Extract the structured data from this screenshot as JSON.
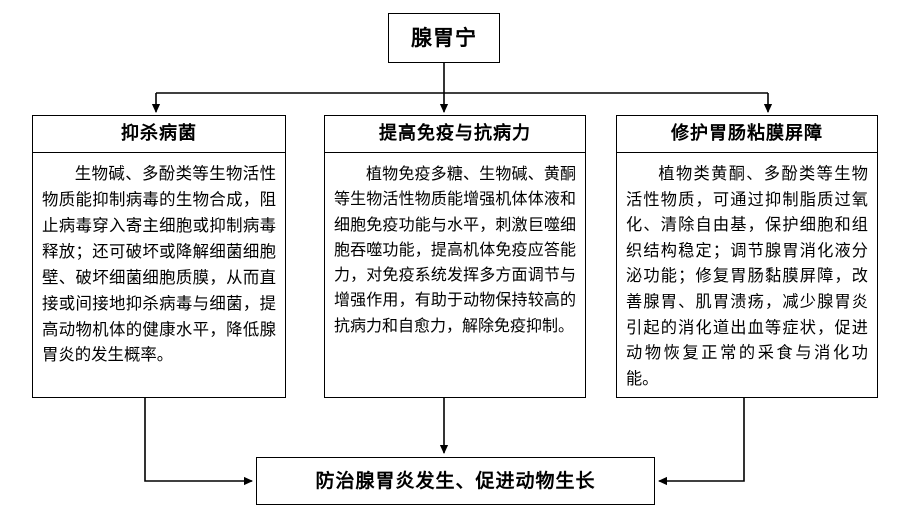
{
  "diagram": {
    "type": "flowchart",
    "orientation": "top-down",
    "root": {
      "label": "腺胃宁"
    },
    "branches": [
      {
        "id": "branch-1",
        "heading": "抑杀病菌",
        "body": "生物碱、多酚类等生物活性物质能抑制病毒的生物合成，阻止病毒穿入寄主细胞或抑制病毒释放；还可破坏或降解细菌细胞壁、破坏细菌细胞质膜，从而直接或间接地抑杀病毒与细菌，提高动物机体的健康水平，降低腺胃炎的发生概率。"
      },
      {
        "id": "branch-2",
        "heading": "提高免疫与抗病力",
        "body": "植物免疫多糖、生物碱、黄酮等生物活性物质能增强机体体液和细胞免疫功能与水平，刺激巨噬细胞吞噬功能，提高机体免疫应答能力，对免疫系统发挥多方面调节与增强作用，有助于动物保持较高的抗病力和自愈力，解除免疫抑制。"
      },
      {
        "id": "branch-3",
        "heading": "修护胃肠粘膜屏障",
        "body": "植物类黄酮、多酚类等生物活性物质，可通过抑制脂质过氧化、清除自由基，保护细胞和组织结构稳定；调节腺胃消化液分泌功能；修复胃肠黏膜屏障，改善腺胃、肌胃溃疡，减少腺胃炎引起的消化道出血等症状，促进动物恢复正常的采食与消化功能。"
      }
    ],
    "result": {
      "label": "防治腺胃炎发生、促进动物生长"
    },
    "colors": {
      "stroke": "#000000",
      "background": "#ffffff",
      "text": "#000000"
    }
  }
}
